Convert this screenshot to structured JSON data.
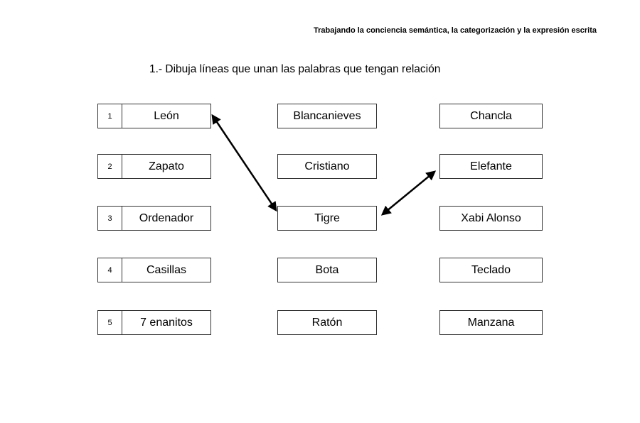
{
  "header": {
    "text": "Trabajando la conciencia semántica,  la categorización y la expresión escrita"
  },
  "title": "1.- Dibuja líneas que unan las palabras que tengan relación",
  "left_column": [
    {
      "num": "1",
      "word": "León"
    },
    {
      "num": "2",
      "word": "Zapato"
    },
    {
      "num": "3",
      "word": "Ordenador"
    },
    {
      "num": "4",
      "word": "Casillas"
    },
    {
      "num": "5",
      "word": "7 enanitos"
    }
  ],
  "middle_column": [
    "Blancanieves",
    "Cristiano",
    "Tigre",
    "Bota",
    "Ratón"
  ],
  "right_column": [
    "Chancla",
    "Elefante",
    "Xabi Alonso",
    "Teclado",
    "Manzana"
  ],
  "connections": [
    {
      "from": "León",
      "to": "Tigre",
      "style": "double-headed-arrow"
    },
    {
      "from": "Tigre",
      "to": "Elefante",
      "style": "double-headed-arrow"
    }
  ],
  "colors": {
    "ink": "#000000",
    "box_border": "#333333",
    "background": "#ffffff"
  }
}
